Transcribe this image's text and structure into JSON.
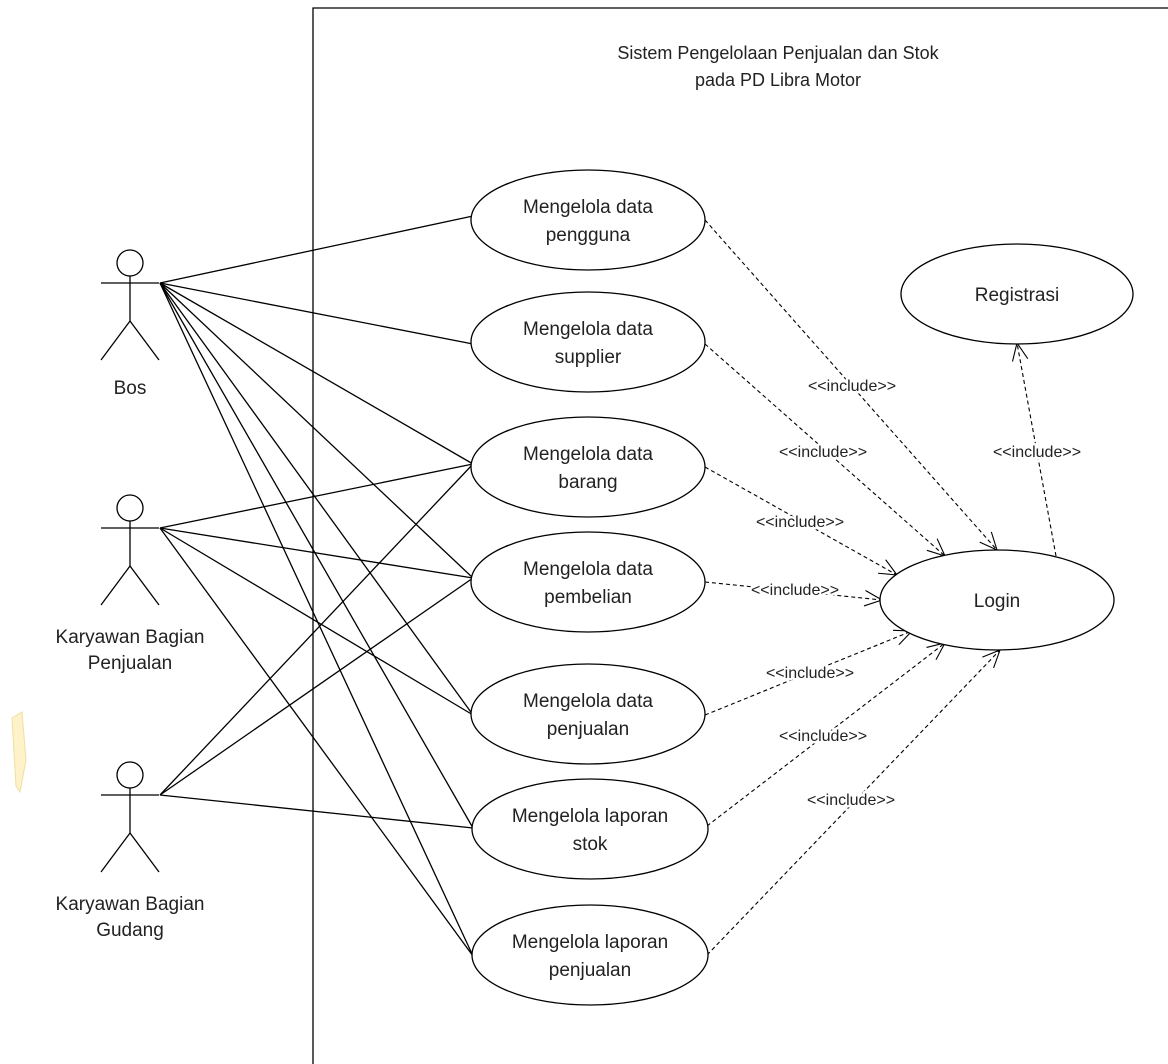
{
  "system": {
    "title_line1": "Sistem Pengelolaan Penjualan dan Stok",
    "title_line2": "pada PD Libra Motor"
  },
  "actors": [
    {
      "id": "bos",
      "label_lines": [
        "Bos"
      ]
    },
    {
      "id": "penjualan",
      "label_lines": [
        "Karyawan Bagian",
        "Penjualan"
      ]
    },
    {
      "id": "gudang",
      "label_lines": [
        "Karyawan Bagian",
        "Gudang"
      ]
    }
  ],
  "use_cases": [
    {
      "id": "pengguna",
      "label_lines": [
        "Mengelola data",
        "pengguna"
      ]
    },
    {
      "id": "supplier",
      "label_lines": [
        "Mengelola data",
        "supplier"
      ]
    },
    {
      "id": "barang",
      "label_lines": [
        "Mengelola data",
        "barang"
      ]
    },
    {
      "id": "pembelian",
      "label_lines": [
        "Mengelola data",
        "pembelian"
      ]
    },
    {
      "id": "penjualan_uc",
      "label_lines": [
        "Mengelola data",
        "penjualan"
      ]
    },
    {
      "id": "lap_stok",
      "label_lines": [
        "Mengelola laporan",
        "stok"
      ]
    },
    {
      "id": "lap_penjualan",
      "label_lines": [
        "Mengelola laporan",
        "penjualan"
      ]
    },
    {
      "id": "login",
      "label_lines": [
        "Login"
      ]
    },
    {
      "id": "registrasi",
      "label_lines": [
        "Registrasi"
      ]
    }
  ],
  "associations": [
    {
      "actor": "bos",
      "use_case": "pengguna"
    },
    {
      "actor": "bos",
      "use_case": "supplier"
    },
    {
      "actor": "bos",
      "use_case": "barang"
    },
    {
      "actor": "bos",
      "use_case": "pembelian"
    },
    {
      "actor": "bos",
      "use_case": "penjualan_uc"
    },
    {
      "actor": "bos",
      "use_case": "lap_stok"
    },
    {
      "actor": "bos",
      "use_case": "lap_penjualan"
    },
    {
      "actor": "penjualan",
      "use_case": "barang"
    },
    {
      "actor": "penjualan",
      "use_case": "pembelian"
    },
    {
      "actor": "penjualan",
      "use_case": "penjualan_uc"
    },
    {
      "actor": "penjualan",
      "use_case": "lap_penjualan"
    },
    {
      "actor": "gudang",
      "use_case": "barang"
    },
    {
      "actor": "gudang",
      "use_case": "pembelian"
    },
    {
      "actor": "gudang",
      "use_case": "lap_stok"
    }
  ],
  "dependencies": [
    {
      "from": "pengguna",
      "to": "login",
      "label": "<<include>>"
    },
    {
      "from": "supplier",
      "to": "login",
      "label": "<<include>>"
    },
    {
      "from": "barang",
      "to": "login",
      "label": "<<include>>"
    },
    {
      "from": "pembelian",
      "to": "login",
      "label": "<<include>>"
    },
    {
      "from": "penjualan_uc",
      "to": "login",
      "label": "<<include>>"
    },
    {
      "from": "lap_stok",
      "to": "login",
      "label": "<<include>>"
    },
    {
      "from": "lap_penjualan",
      "to": "login",
      "label": "<<include>>"
    },
    {
      "from": "login",
      "to": "registrasi",
      "label": "<<include>>"
    }
  ]
}
